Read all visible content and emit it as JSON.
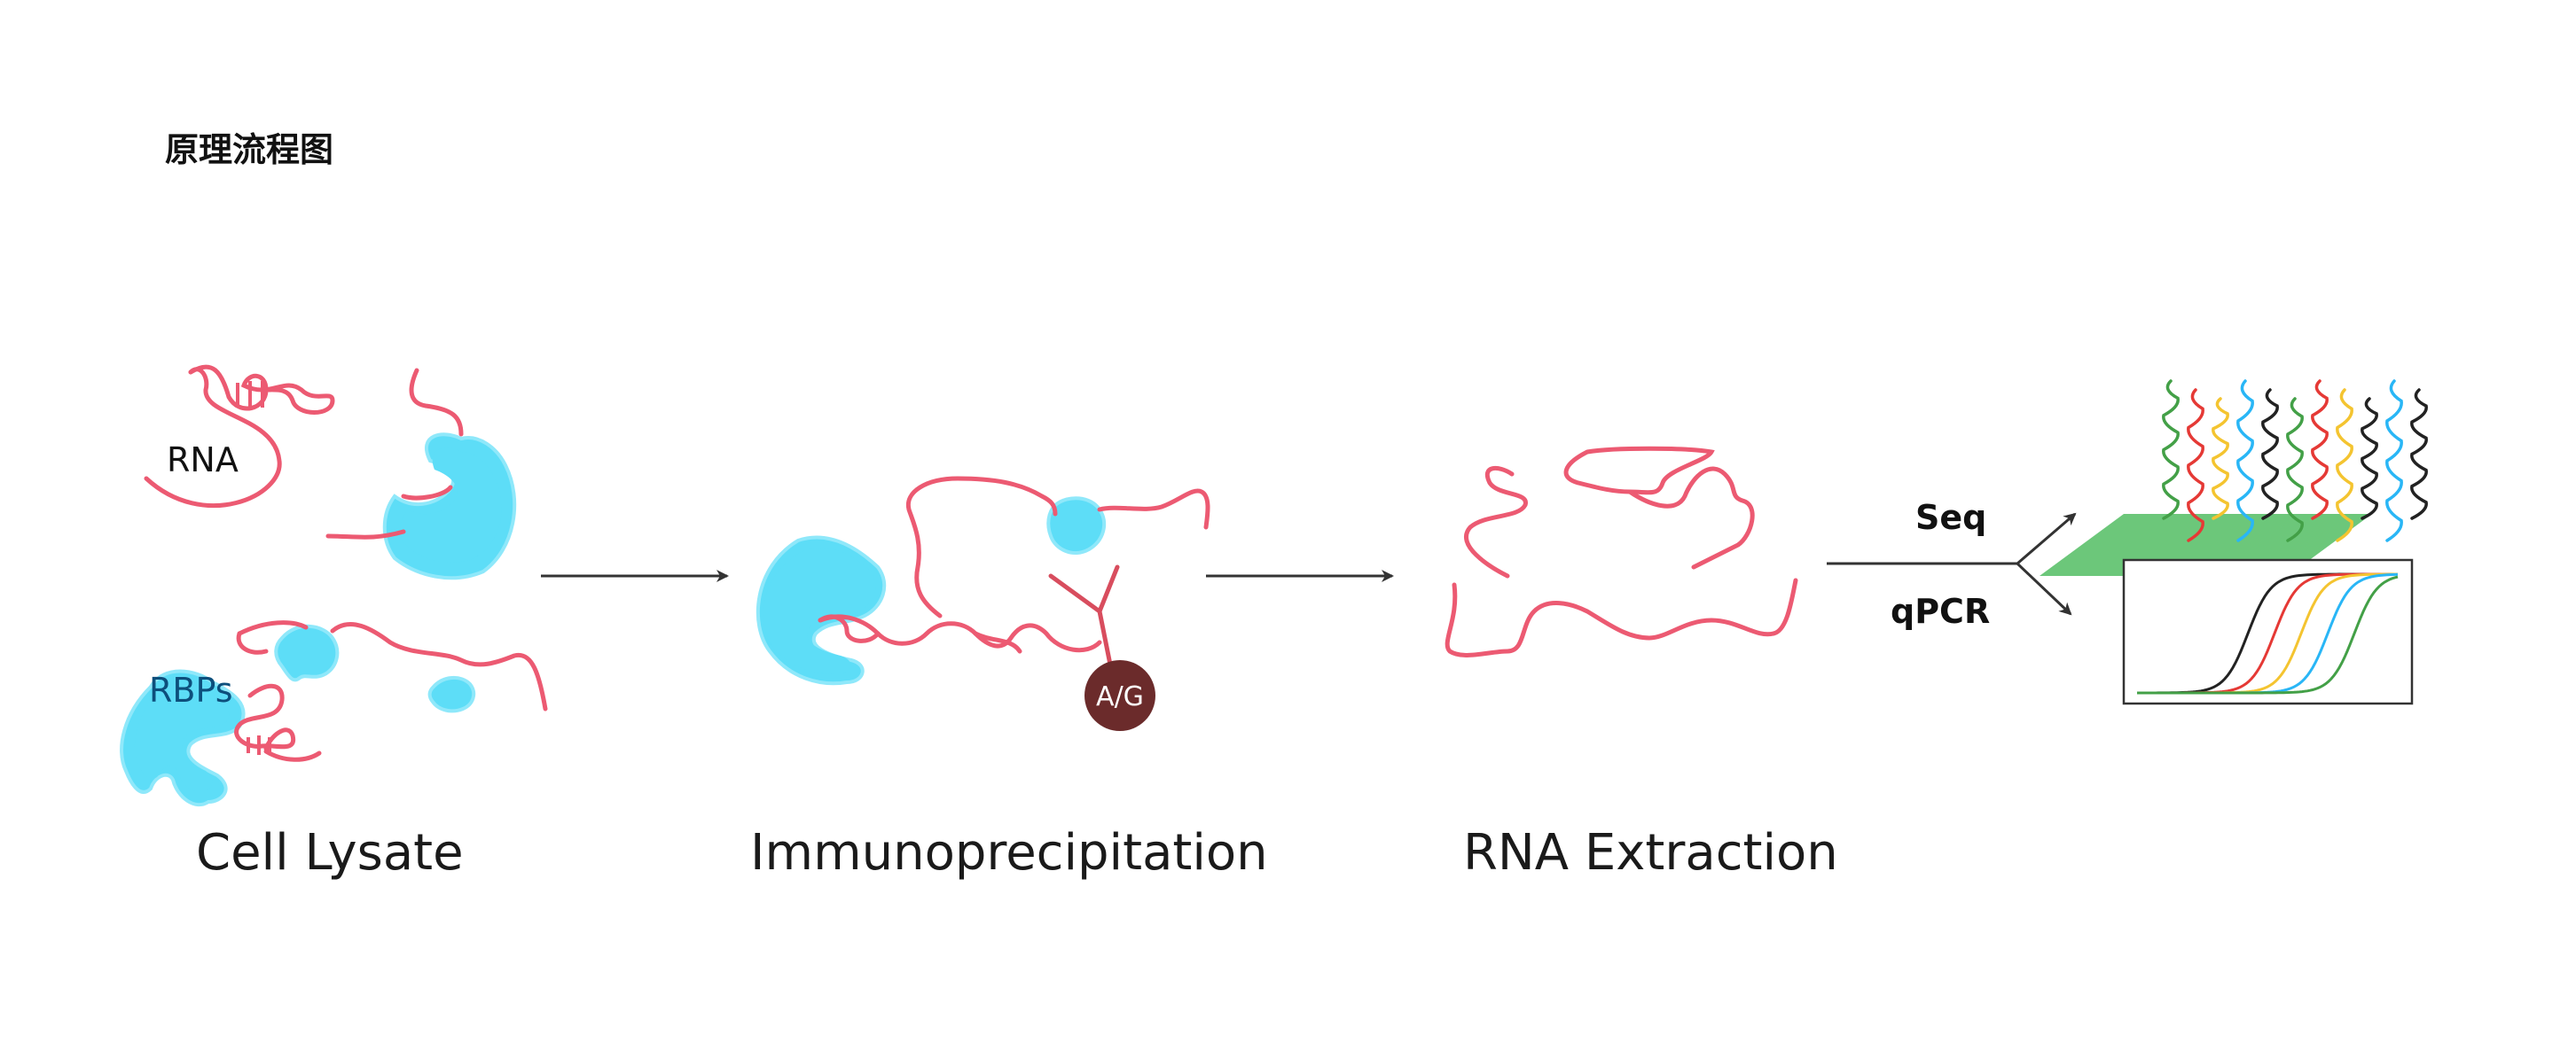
{
  "title": "原理流程图",
  "stages": {
    "lysate": "Cell Lysate",
    "ip": "Immunoprecipitation",
    "extraction": "RNA Extraction"
  },
  "labels": {
    "rna": "RNA",
    "rbps": "RBPs",
    "bead": "A/G",
    "seq": "Seq",
    "qpcr": "qPCR"
  },
  "colors": {
    "rna_strand": "#ec5a72",
    "rbp_fill": "#5dddf7",
    "rbp_outline": "#8fe8fa",
    "bead": "#6b2b2b",
    "antibody": "#d84d5e",
    "seq_chip": "#6cc77a",
    "arrow": "#333333"
  },
  "qpcr_curve_colors": [
    "#222222",
    "#e53935",
    "#f4c430",
    "#29b6f6",
    "#43a047"
  ],
  "seq_read_colors": [
    "#43a047",
    "#e53935",
    "#f4c430",
    "#29b6f6",
    "#222222",
    "#43a047",
    "#e53935",
    "#f4c430",
    "#222222",
    "#29b6f6",
    "#222222"
  ]
}
